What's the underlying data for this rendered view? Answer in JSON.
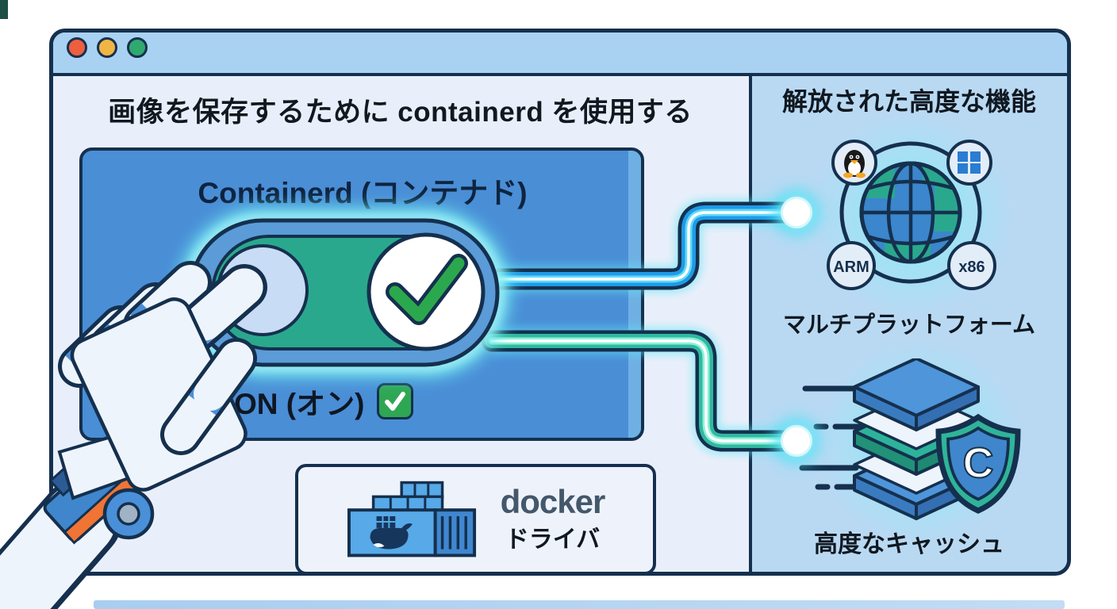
{
  "window": {
    "titlebar": {
      "traffic_lights": [
        "red",
        "yellow",
        "green"
      ]
    },
    "left_panel": {
      "heading": "画像を保存するために containerd を使用する",
      "containerd_card": {
        "title": "Containerd (コンテナド)",
        "toggle": {
          "state": "on",
          "status_label": "ON (オン)"
        }
      },
      "driver_card": {
        "brand": "docker",
        "label": "ドライバ"
      }
    },
    "right_panel": {
      "heading": "解放された高度な機能",
      "features": [
        {
          "label": "マルチプラットフォーム",
          "badges": [
            "ARM",
            "x86"
          ],
          "platform_icons": [
            "linux-tux-icon",
            "windows-logo-icon"
          ]
        },
        {
          "label": "高度なキャッシュ",
          "shield_letter": "C"
        }
      ]
    }
  },
  "colors": {
    "window_border": "#15304e",
    "titlebar_bg": "#a9d1f1",
    "left_panel_bg": "#e9effa",
    "right_panel_bg": "#b9d9f3",
    "card_blue": "#4a8ed6",
    "toggle_track_teal": "#2aa88d",
    "check_green": "#2ba84e",
    "glow_cyan": "#5fe5f4",
    "wire_blue": "#1e9be8",
    "wire_teal": "#2fb9a0",
    "accent_orange": "#f07433"
  }
}
